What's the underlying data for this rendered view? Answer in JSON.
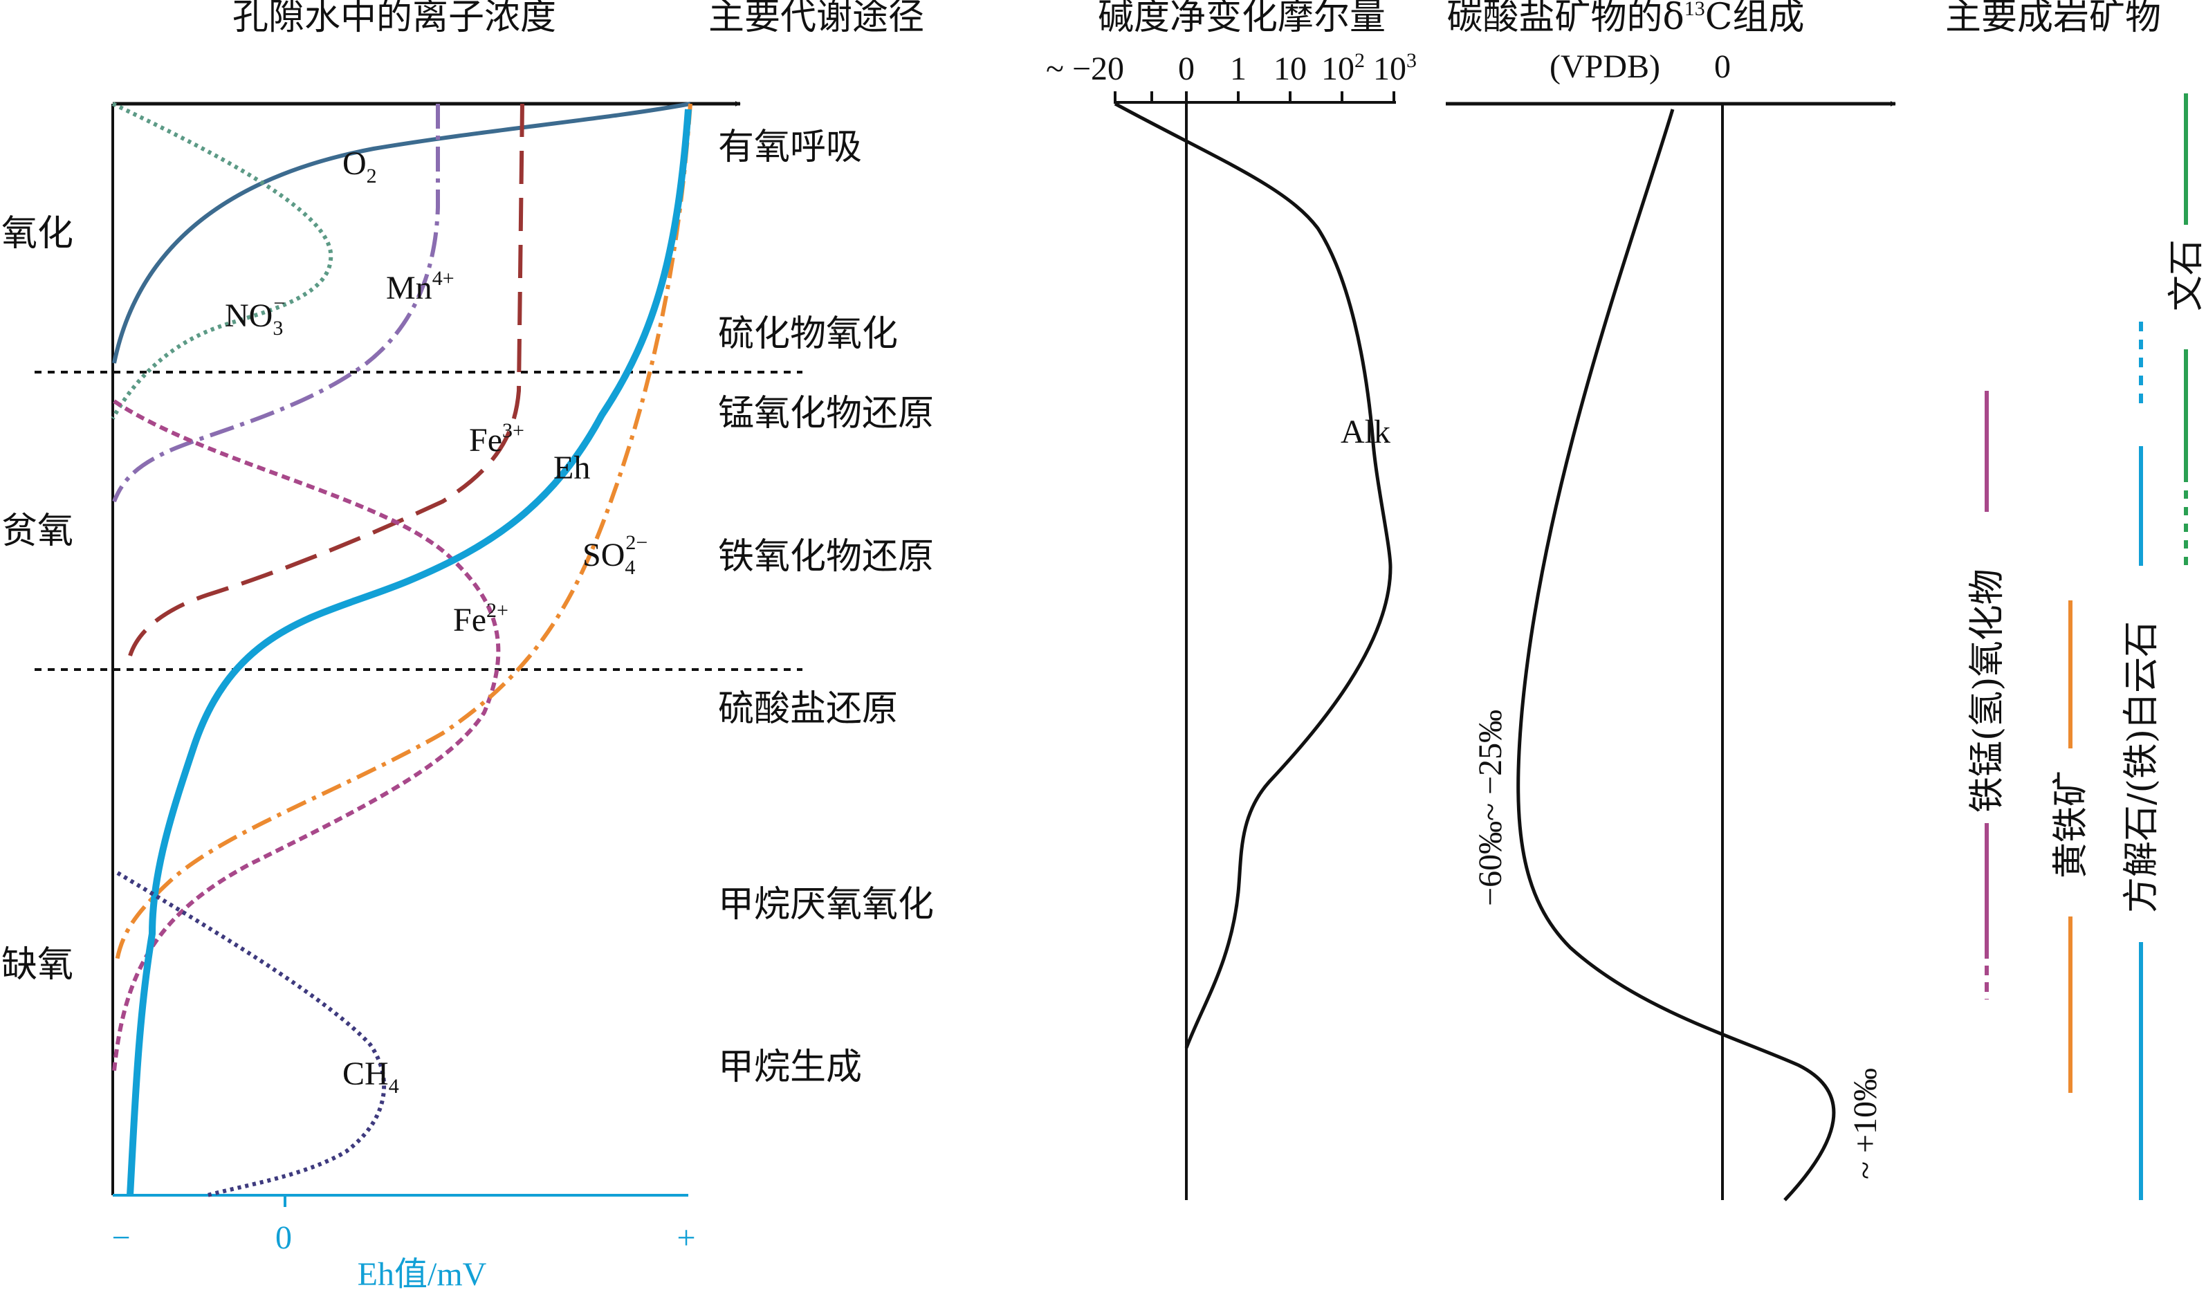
{
  "colors": {
    "oxygen": "#3c6b8f",
    "nitrate": "#5c9a86",
    "manganese": "#8a6db0",
    "iron3": "#9a3533",
    "iron2": "#a8488a",
    "sulfate": "#ec8a30",
    "eh": "#12a0d6",
    "methane": "#3e3a7e",
    "siderite": "#a8488a",
    "pyrite": "#ec8a30",
    "calcite": "#12a0d6",
    "aragonite": "#2aa052",
    "axis": "#111111"
  },
  "headers": {
    "ion_conc": "孔隙水中的离子浓度",
    "pathways": "主要代谢途径",
    "alkalinity": "碱度净变化摩尔量",
    "carbon_isotope_main": "碳酸盐矿物的δ",
    "carbon_isotope_sup": "13",
    "carbon_isotope_end": "C组成",
    "vpdb": "(VPDB)",
    "minerals": "主要成岩矿物"
  },
  "zones": [
    "氧化",
    "贫氧",
    "缺氧"
  ],
  "pathways": [
    "有氧呼吸",
    "硫化物氧化",
    "锰氧化物还原",
    "铁氧化物还原",
    "硫酸盐还原",
    "甲烷厌氧氧化",
    "甲烷生成"
  ],
  "species": {
    "o2": {
      "base": "O",
      "sub": "2"
    },
    "no3": {
      "base": "NO",
      "sub": "3",
      "sup": "−"
    },
    "mn": {
      "base": "Mn",
      "sup": "4+"
    },
    "fe3": {
      "base": "Fe",
      "sup": "3+"
    },
    "eh": {
      "base": "Eh"
    },
    "so4": {
      "base": "SO",
      "sub": "4",
      "sup": "2−"
    },
    "fe2": {
      "base": "Fe",
      "sup": "2+"
    },
    "ch4": {
      "base": "CH",
      "sub": "4"
    }
  },
  "eh_axis": {
    "minus": "−",
    "zero": "0",
    "plus": "+",
    "label": "Eh值/mV"
  },
  "alk_axis": {
    "ticks": [
      "~ −20",
      "0",
      "1",
      "10",
      "10",
      "10"
    ],
    "tick_sups": [
      "2",
      "3"
    ],
    "curve_label": "Alk"
  },
  "isotope_axis": {
    "zero": "0",
    "range_low": "−60‰~ −25‰",
    "range_high": "~ +10‰"
  },
  "minerals": {
    "siderite": "铁锰(氢)氧化物",
    "pyrite": "黄铁矿",
    "calcite": "方解石/(铁)白云石",
    "aragonite": "文石"
  }
}
